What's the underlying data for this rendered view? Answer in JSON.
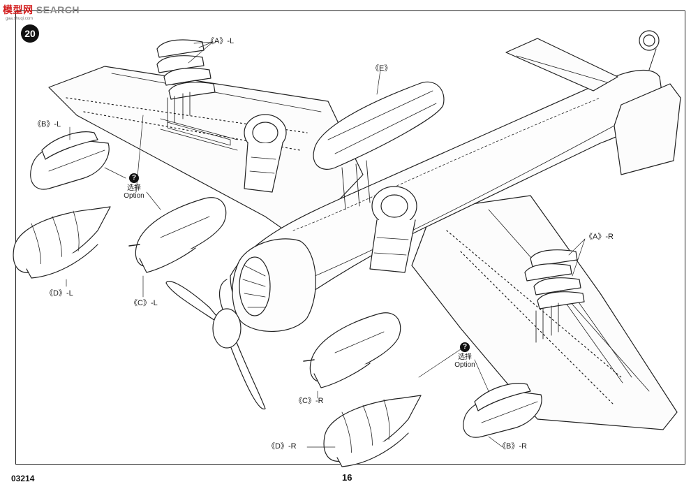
{
  "watermark": {
    "logo_cn": "模型网",
    "logo_en": "SEARCH",
    "logo_url": "gaa.shuqi.com"
  },
  "step_number": "20",
  "labels": {
    "A_left": "《A》-L",
    "A_right": "《A》-R",
    "B_left": "《B》-L",
    "B_right": "《B》-R",
    "C_left": "《C》-L",
    "C_right": "《C》-R",
    "D_left": "《D》-L",
    "D_right": "《D》-R",
    "E": "《E》"
  },
  "options": [
    {
      "cn": "选择",
      "en": "Option",
      "mark": "?"
    },
    {
      "cn": "选择",
      "en": "Option",
      "mark": "?"
    }
  ],
  "footer": {
    "kit_number": "03214",
    "page_number": "16"
  }
}
